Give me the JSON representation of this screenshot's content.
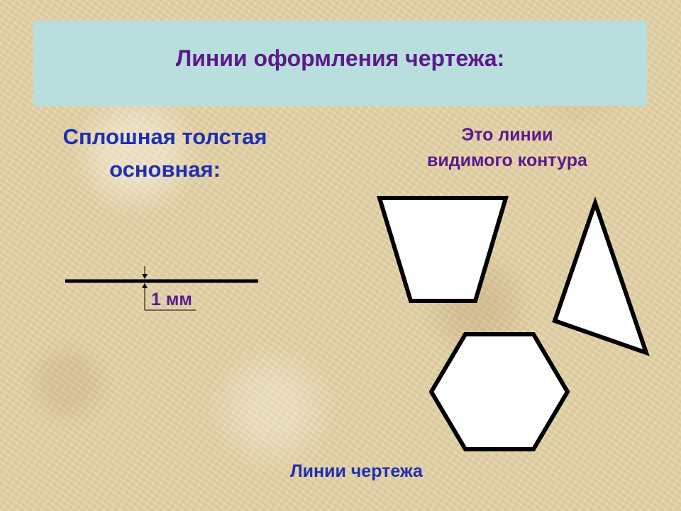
{
  "title": "Линии оформления чертежа:",
  "left_heading": {
    "line1": "Сплошная толстая",
    "line2": "основная:"
  },
  "dimension_label": "1 мм",
  "right_heading": {
    "line1": "Это линии",
    "line2": "видимого контура"
  },
  "footer_label": "Линии чертежа",
  "colors": {
    "title_band": "#b8dede",
    "title_text": "#5b1a8a",
    "heading_blue": "#1f2fb0",
    "purple_text": "#5b1a8a",
    "background": "#e4d3a8"
  },
  "icons": [
    "trapezoid-shape",
    "triangle-shape",
    "hexagon-shape"
  ]
}
